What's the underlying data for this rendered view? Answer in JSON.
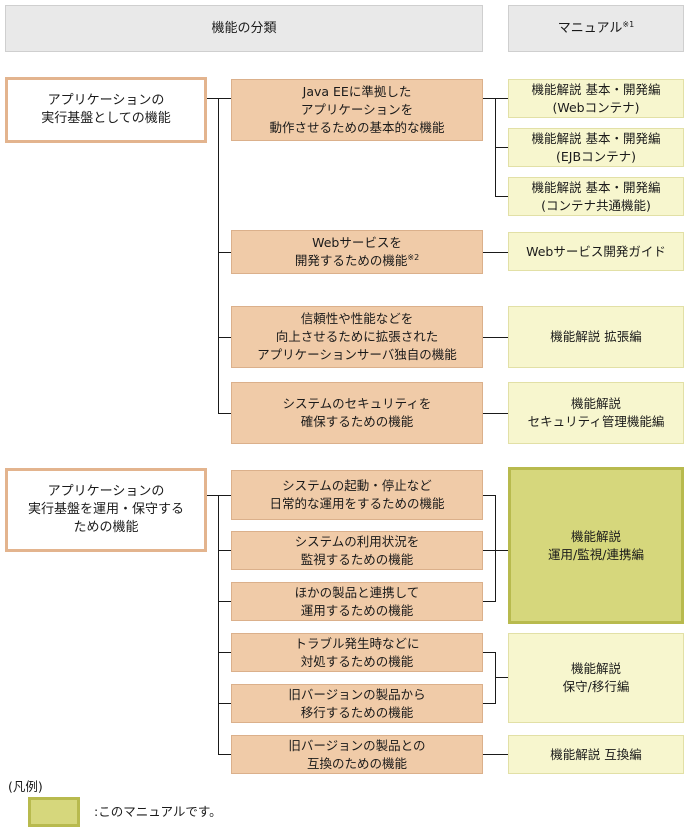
{
  "header": {
    "classification": "機能の分類",
    "manual": "マニュアル",
    "manual_note": "※1"
  },
  "categories": [
    {
      "label": "アプリケーションの\n実行基盤としての機能"
    },
    {
      "label": "アプリケーションの\n実行基盤を運用・保守する\nための機能"
    }
  ],
  "functions": [
    {
      "label": "Java EEに準拠した\nアプリケーションを\n動作させるための基本的な機能"
    },
    {
      "label": "Webサービスを\n開発するための機能",
      "note": "※2"
    },
    {
      "label": "信頼性や性能などを\n向上させるために拡張された\nアプリケーションサーバ独自の機能"
    },
    {
      "label": "システムのセキュリティを\n確保するための機能"
    },
    {
      "label": "システムの起動・停止など\n日常的な運用をするための機能"
    },
    {
      "label": "システムの利用状況を\n監視するための機能"
    },
    {
      "label": "ほかの製品と連携して\n運用するための機能"
    },
    {
      "label": "トラブル発生時などに\n対処するための機能"
    },
    {
      "label": "旧バージョンの製品から\n移行するための機能"
    },
    {
      "label": "旧バージョンの製品との\n互換のための機能"
    }
  ],
  "manuals": [
    {
      "label": "機能解説 基本・開発編\n(Webコンテナ)"
    },
    {
      "label": "機能解説 基本・開発編\n(EJBコンテナ)"
    },
    {
      "label": "機能解説 基本・開発編\n(コンテナ共通機能)"
    },
    {
      "label": "Webサービス開発ガイド"
    },
    {
      "label": "機能解説 拡張編"
    },
    {
      "label": "機能解説\nセキュリティ管理機能編"
    },
    {
      "label": "機能解説\n運用/監視/連携編"
    },
    {
      "label": "機能解説\n保守/移行編"
    },
    {
      "label": "機能解説 互換編"
    }
  ],
  "legend": {
    "title": "(凡例)",
    "text": ":このマニュアルです。"
  },
  "colors": {
    "header_bg": "#e9e9e9",
    "category_border": "#e3b48e",
    "function_bg": "#f0cba8",
    "manual_bg": "#f7f6ce",
    "current_manual_bg": "#d6d77c",
    "current_manual_border": "#b8ba4e"
  }
}
